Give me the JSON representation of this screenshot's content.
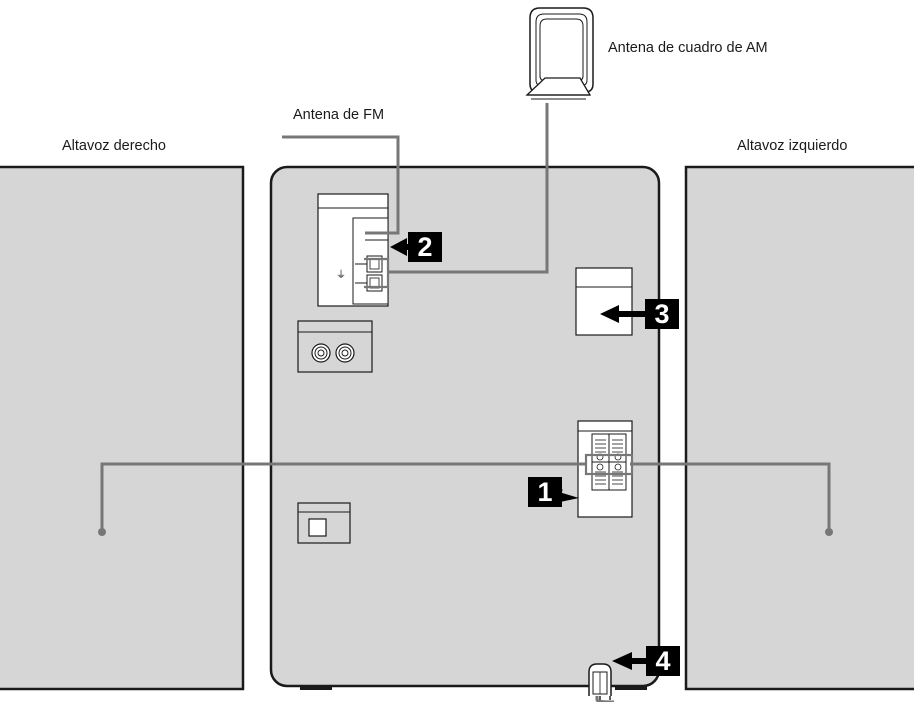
{
  "labels": {
    "am_antenna": "Antena de cuadro de AM",
    "fm_antenna": "Antena de FM",
    "right_speaker": "Altavoz derecho",
    "left_speaker": "Altavoz izquierdo"
  },
  "callouts": {
    "one": "1",
    "two": "2",
    "three": "3",
    "four": "4"
  },
  "colors": {
    "panel_fill": "#d6d6d6",
    "outline": "#1a1a1a",
    "wire": "#777777",
    "callout_bg": "#000000"
  }
}
